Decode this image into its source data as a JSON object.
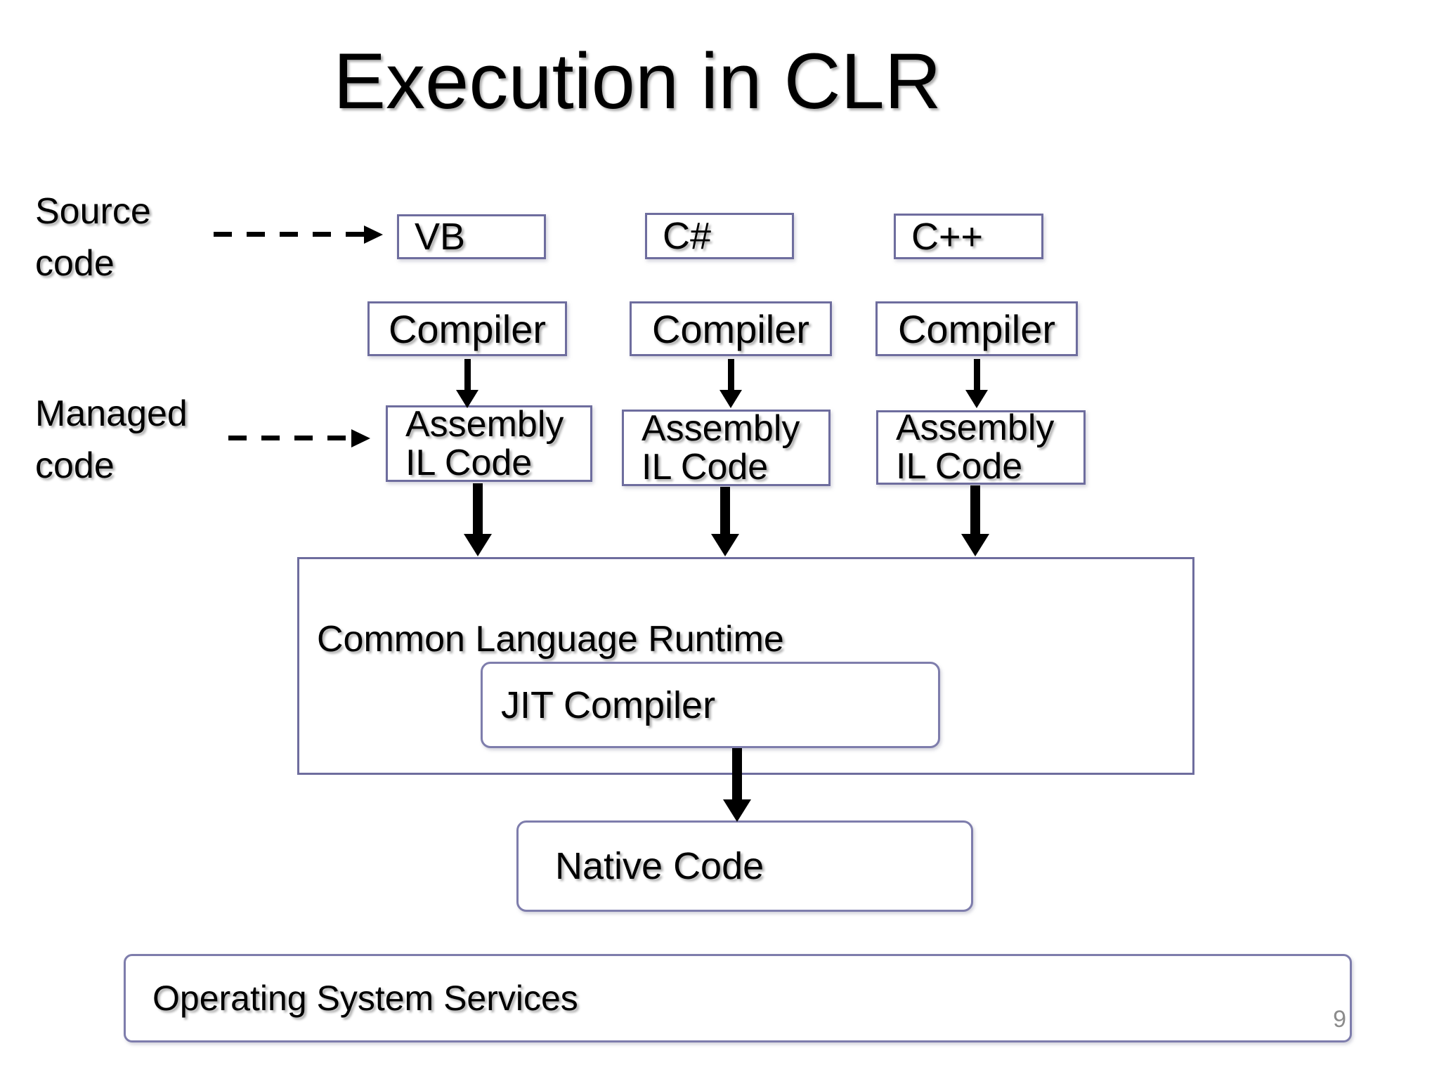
{
  "slide": {
    "title": "Execution in CLR",
    "page_number": "9"
  },
  "colors": {
    "background": "#ffffff",
    "box_border": "#6e6d9e",
    "rounded_box_border": "#7e7dac",
    "arrow": "#000000",
    "page_number": "#8c8c8c",
    "text": "#000000"
  },
  "labels": {
    "source_code": {
      "line1": "Source",
      "line2": "code"
    },
    "managed_code": {
      "line1": "Managed",
      "line2": "code"
    }
  },
  "diagram": {
    "languages": [
      "VB",
      "C#",
      "C++"
    ],
    "compilers": [
      "Compiler",
      "Compiler",
      "Compiler"
    ],
    "assemblies": [
      {
        "line1": "Assembly",
        "line2": "IL Code"
      },
      {
        "line1": "Assembly",
        "line2": "IL Code"
      },
      {
        "line1": "Assembly",
        "line2": "IL Code"
      }
    ],
    "clr": {
      "label": "Common Language Runtime",
      "jit": "JIT Compiler"
    },
    "native_code": "Native Code",
    "os_services": "Operating System Services"
  }
}
